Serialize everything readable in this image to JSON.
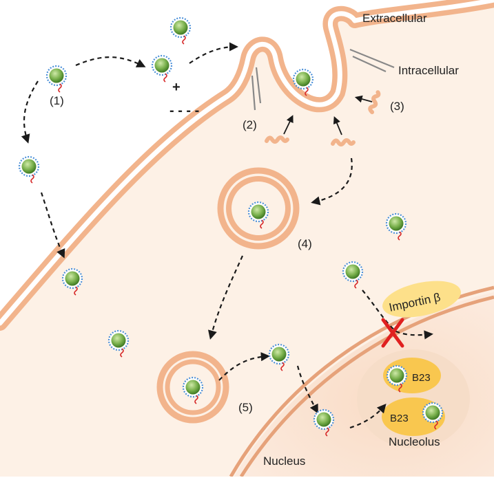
{
  "labels": {
    "extracellular": "Extracellular",
    "intracellular": "Intracellular",
    "nucleus": "Nucleus",
    "nucleolus": "Nucleolus",
    "importin": "Importin β",
    "b23_top": "B23",
    "b23_bottom": "B23",
    "step1": "(1)",
    "step2": "(2)",
    "step3": "(3)",
    "step4": "(4)",
    "step5": "(5)",
    "plus": "+",
    "minus": "- - - -"
  },
  "colors": {
    "membrane": "#f2b48c",
    "membrane_edge": "#e09868",
    "cytoplasm": "#fdf1e6",
    "nucleus_fill": "#fbe6d6",
    "nucleolus_fill": "#f6ddc8",
    "b23_fill": "#f9c74f",
    "importin_fill": "#fde08a",
    "particle_core": "#5f9e3a",
    "particle_shell": "#4a8fd8",
    "tail": "#d62828",
    "block_x": "#e02020",
    "arrow": "#1a1a1a"
  },
  "icons": {
    "nanoparticle": "nanoparticle-icon",
    "protein": "protein-icon",
    "block": "block-x-icon"
  }
}
